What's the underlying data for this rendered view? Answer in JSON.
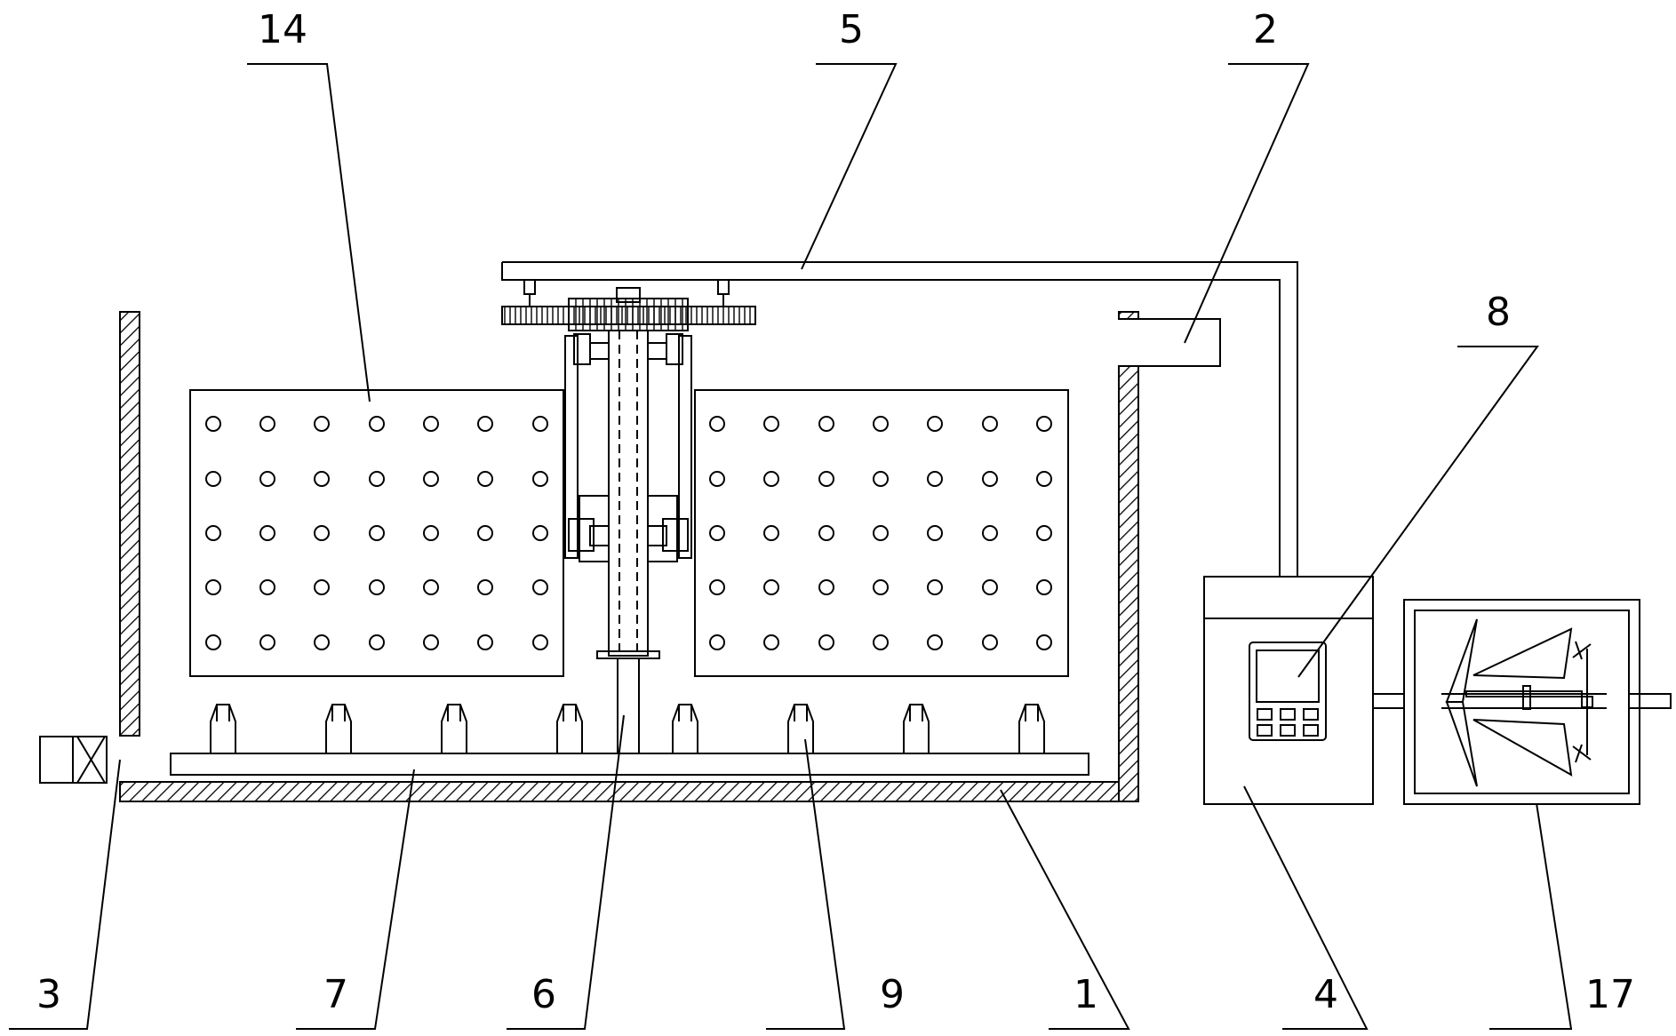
{
  "labels": {
    "n14": "14",
    "n5": "5",
    "n2": "2",
    "n8": "8",
    "n3": "3",
    "n7": "7",
    "n6": "6",
    "n9": "9",
    "n1": "1",
    "n4": "4",
    "n17": "17"
  }
}
